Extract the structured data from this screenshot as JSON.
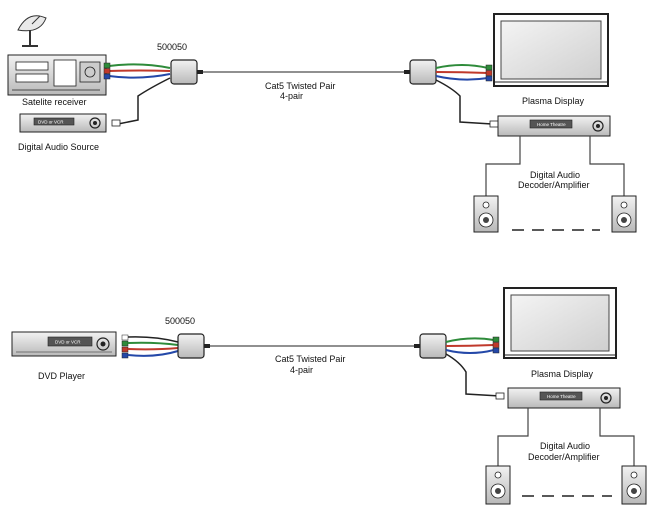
{
  "diagram_top": {
    "source_name": "Satelite receiver",
    "source2_name": "Digital Audio Source",
    "extender_label": "500050",
    "cable_label_1": "Cat5 Twisted Pair",
    "cable_label_2": "4-pair",
    "display_label": "Plasma Display",
    "decoder_label_1": "Digital Audio",
    "decoder_label_2": "Decoder/Amplifier",
    "dvd_text": "DVD or VCR",
    "decoder_text": "Home Theatre"
  },
  "diagram_bottom": {
    "source_name": "DVD Player",
    "extender_label": "500050",
    "cable_label_1": "Cat5 Twisted Pair",
    "cable_label_2": "4-pair",
    "display_label": "Plasma Display",
    "decoder_label_1": "Digital Audio",
    "decoder_label_2": "Decoder/Amplifier",
    "dvd_text": "DVD or VCR",
    "decoder_text": "Home Theatre"
  },
  "colors": {
    "green": "#2e8b3a",
    "red": "#c0392b",
    "blue": "#2448a8",
    "device": "#d9d9d9",
    "screen": "#e6e6e6"
  }
}
